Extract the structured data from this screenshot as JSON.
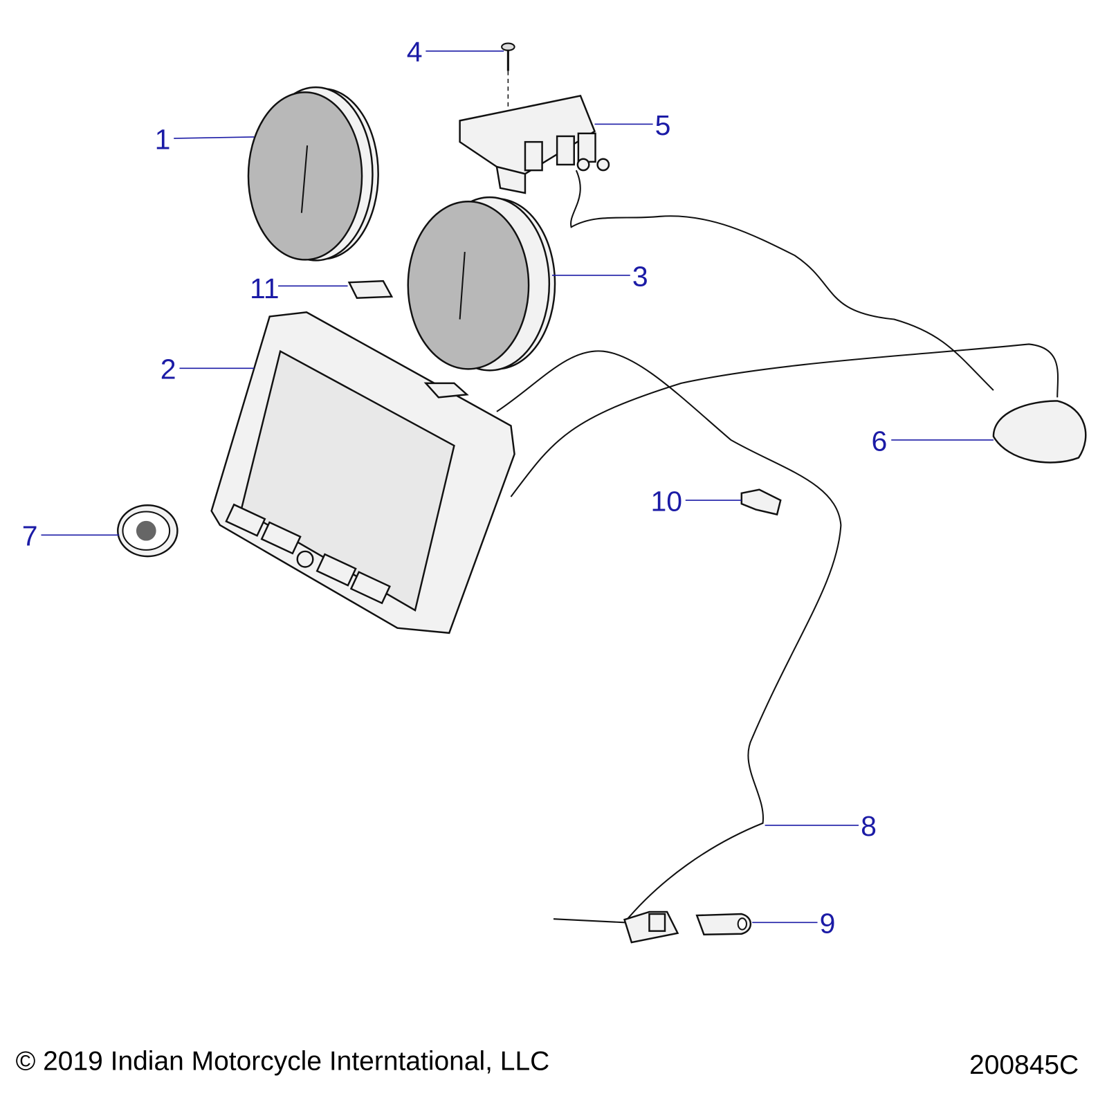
{
  "diagram": {
    "callouts": [
      {
        "label": "1"
      },
      {
        "label": "2"
      },
      {
        "label": "3"
      },
      {
        "label": "4"
      },
      {
        "label": "5"
      },
      {
        "label": "6"
      },
      {
        "label": "7"
      },
      {
        "label": "8"
      },
      {
        "label": "9"
      },
      {
        "label": "10"
      },
      {
        "label": "11"
      }
    ],
    "callout_color": "#1b1ba6"
  },
  "footer": {
    "copyright": "© 2019 Indian Motorcycle Interntational, LLC",
    "drawing_number": "200845C"
  }
}
